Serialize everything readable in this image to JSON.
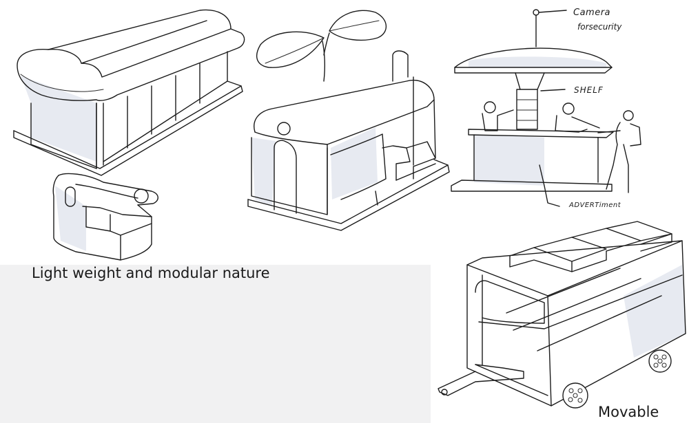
{
  "captions": {
    "left": "Light weight and modular nature",
    "right": "Movable"
  },
  "annotations": {
    "camera_line1": "Camera",
    "camera_line2": "forsecurity",
    "shelf": "SHELF",
    "advertisement": "ADVERTiment"
  },
  "sketches": [
    "modular-cabin-sketch",
    "small-pod-sketch",
    "leaf-sketch",
    "kiosk-with-door-sketch",
    "umbrella-kiosk-sketch",
    "movable-cart-sketch"
  ],
  "colors": {
    "ink": "#1b1b1b",
    "marker_shade": "#dfe3ec",
    "panel": "#f1f1f2"
  }
}
